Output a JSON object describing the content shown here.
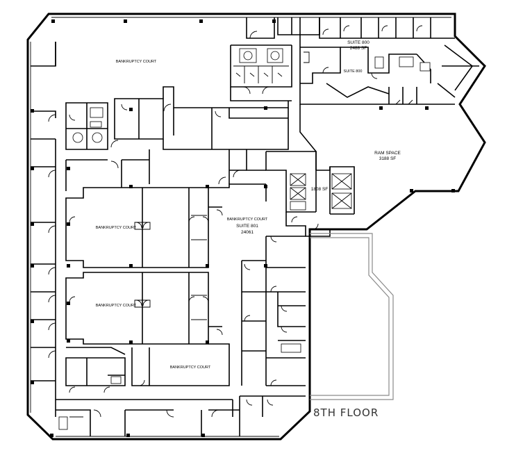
{
  "labels": {
    "bankruptcy_court_top": "BANKRUPTCY COURT",
    "suite_800_title": "SUITE 800",
    "suite_800_area": "2488 SF",
    "suite_800_inner": "SUITE 800",
    "ram_space_title": "RAM SPACE",
    "ram_space_area": "3188 SF",
    "core_area": "1808 SF",
    "bankruptcy_court_center": "BANKRUPTCY COURT",
    "suite_801_title": "SUITE 801",
    "suite_801_area": "24061",
    "courtroom_upper": "BANKRUPTCY COURT",
    "courtroom_lower": "BANKRUPTCY COURT",
    "courtroom_bottom": "BANKRUPTCY COURT",
    "floor_label": "8TH FLOOR"
  }
}
